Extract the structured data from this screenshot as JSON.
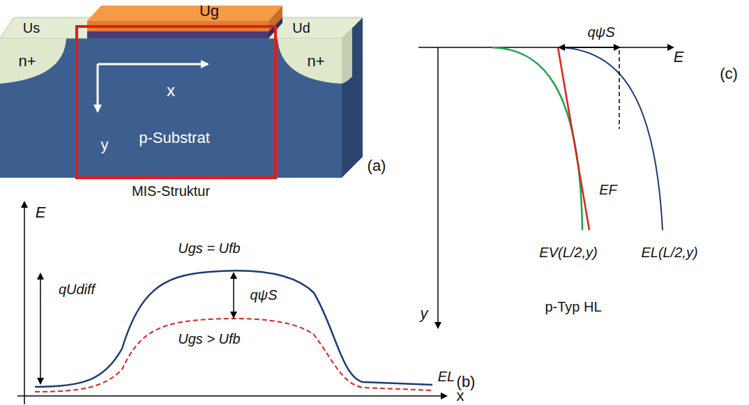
{
  "diagram": {
    "nodes": [
      {
        "text": [
          "n+"
        ]
      },
      {
        "text": [
          "n+"
        ]
      }
    ],
    "labels": [
      "Ug",
      "Us",
      "Ud",
      "x",
      "y",
      "p-Substrat",
      "(a)",
      "MIS-Struktur",
      "E",
      "qUdiff",
      "Ugs = Ufb",
      "qψS",
      "Ugs > Ufb",
      "EL",
      "(b)",
      "x",
      "qψS",
      "E",
      "EF",
      "y",
      "EV(L/2,y)",
      "EL(L/2,y)",
      "(c)",
      "p-Typ HL"
    ]
  }
}
